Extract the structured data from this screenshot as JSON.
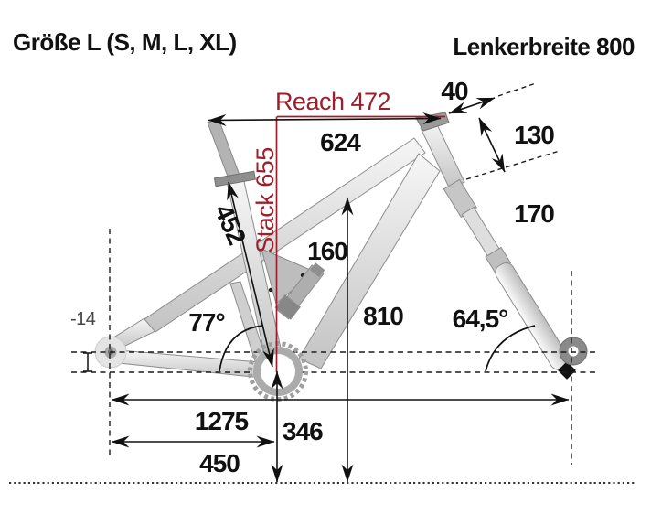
{
  "title_left": "Größe L (S, M, L, XL)",
  "title_right": "Lenkerbreite 800",
  "colors": {
    "accent_red": "#9e1f2b",
    "line_black": "#111111",
    "frame_gray": "#d9d9d9"
  },
  "measurements": {
    "reach": "Reach 472",
    "stack": "Stack 655",
    "top_tube_horizontal": "624",
    "stem_length": "40",
    "head_tube_length": "130",
    "fork_travel": "170",
    "seat_tube_length": "452",
    "rear_travel": "160",
    "standover_height": "810",
    "seat_tube_angle": "77°",
    "head_tube_angle": "64,5°",
    "bb_drop": "-14",
    "wheelbase": "1275",
    "bb_height": "346",
    "chainstay_length": "450"
  }
}
